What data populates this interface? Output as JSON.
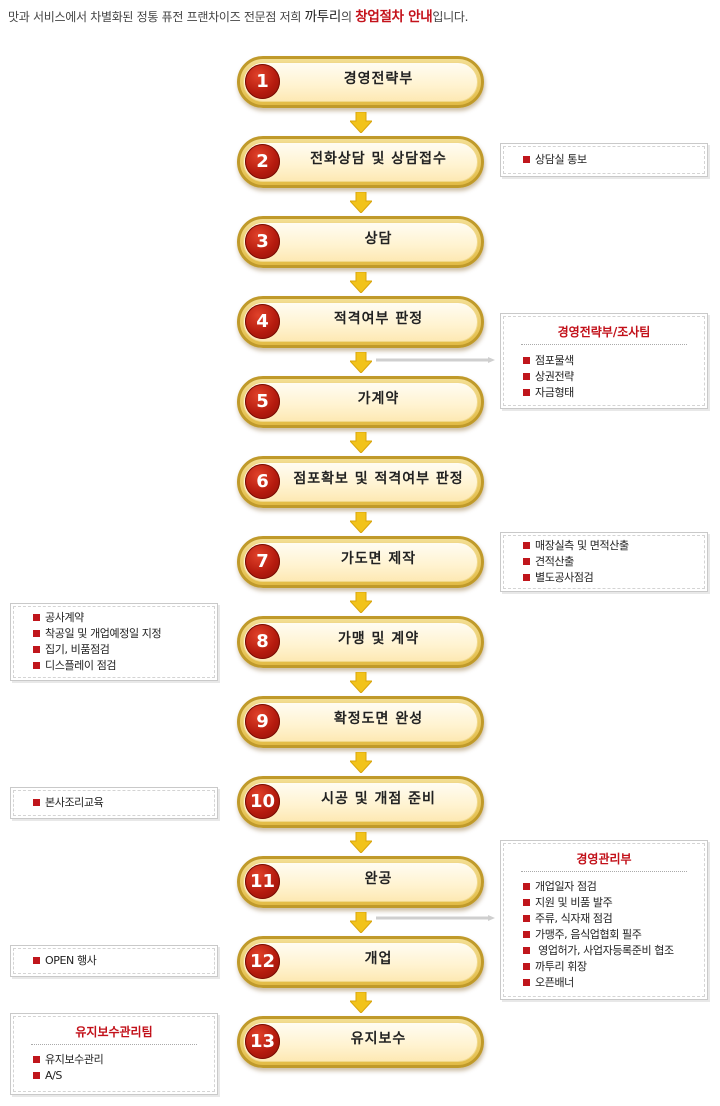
{
  "intro": {
    "prefix": "맛과 서비스에서 차별화된 정통 퓨전 프랜차이즈 전문점 저희 ",
    "brand": "까투리",
    "middle": "의 ",
    "emphasis": "창업절차 안내",
    "suffix": "입니다."
  },
  "steps": [
    {
      "num": "1",
      "label": "경영전략부"
    },
    {
      "num": "2",
      "label": "전화상담 및 상담접수"
    },
    {
      "num": "3",
      "label": "상담"
    },
    {
      "num": "4",
      "label": "적격여부 판정"
    },
    {
      "num": "5",
      "label": "가계약"
    },
    {
      "num": "6",
      "label": "점포확보 및 적격여부 판정"
    },
    {
      "num": "7",
      "label": "가도면 제작"
    },
    {
      "num": "8",
      "label": "가맹 및 계약"
    },
    {
      "num": "9",
      "label": "확정도면 완성"
    },
    {
      "num": "10",
      "label": "시공 및 개점 준비"
    },
    {
      "num": "11",
      "label": "완공"
    },
    {
      "num": "12",
      "label": "개업"
    },
    {
      "num": "13",
      "label": "유지보수"
    }
  ],
  "notes": {
    "step2": {
      "items": [
        "상담실 통보"
      ]
    },
    "strategy_team": {
      "title": "경영전략부/조사팀",
      "items": [
        "점포물색",
        "상권전략",
        "자금형태"
      ]
    },
    "step7": {
      "items": [
        "매장실측 및 면적산출",
        "견적산출",
        "별도공사점검"
      ]
    },
    "step8": {
      "items": [
        "공사계약",
        "착공일 및 개업예정일 지정",
        "집기, 비품점검",
        "디스플레이 점검"
      ]
    },
    "step10": {
      "items": [
        "본사조리교육"
      ]
    },
    "management": {
      "title": "경영관리부",
      "items": [
        "개업일자 점검",
        "지원 및 비품 발주",
        "주류, 식자재 점검",
        "가맹주, 음식업협회 필주",
        " 영업허가, 사업자등록준비 협조",
        "까투리 휘장",
        "오픈배너"
      ]
    },
    "step12": {
      "items": [
        "OPEN 행사"
      ]
    },
    "maintenance": {
      "title": "유지보수관리팀",
      "items": [
        "유지보수관리",
        "A/S"
      ]
    }
  },
  "colors": {
    "accent": "#c4121b",
    "gold": "#e2bb45",
    "arrow": "#f2c31a"
  }
}
